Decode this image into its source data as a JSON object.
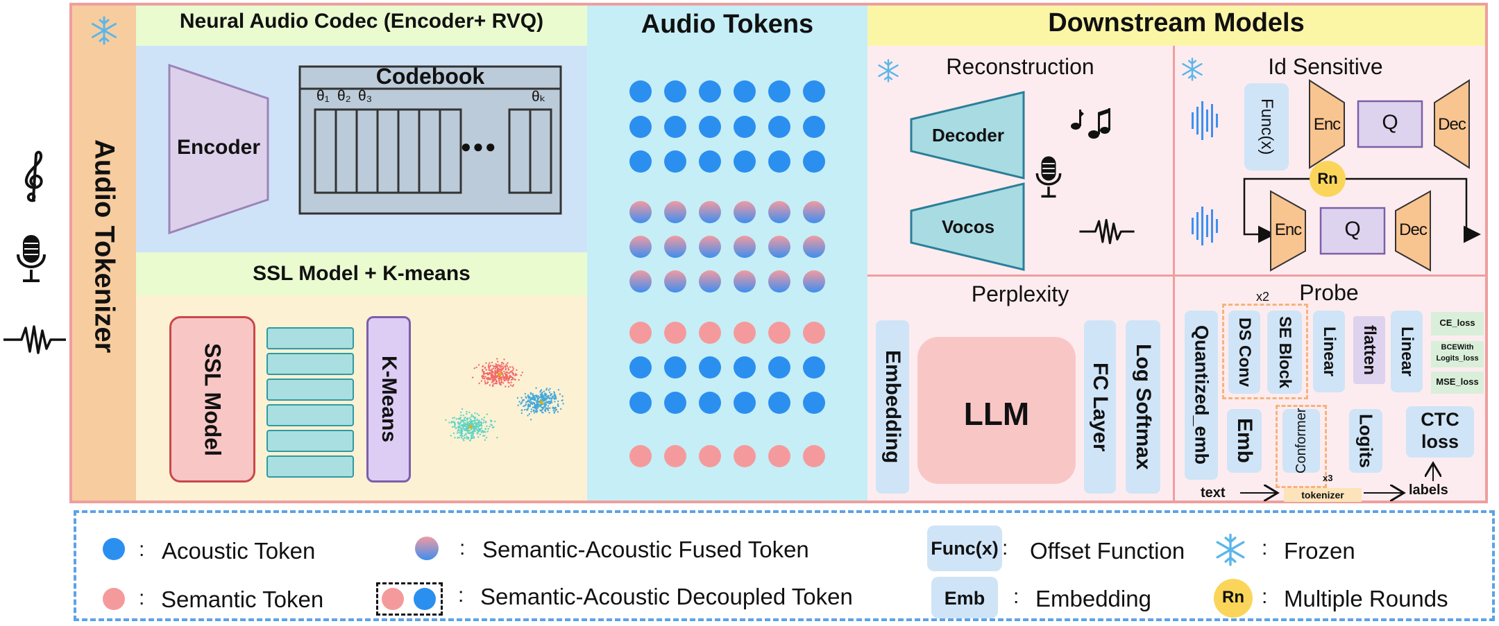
{
  "left_icons": [
    "treble-clef-icon",
    "microphone-icon",
    "waveform-icon"
  ],
  "tokenizer": {
    "title": "Audio Tokenizer",
    "codec_title": "Neural Audio Codec (Encoder+ RVQ)",
    "encoder": "Encoder",
    "codebook_title": "Codebook",
    "theta1": "θ₁",
    "theta2": "θ₂",
    "theta3": "θ₃",
    "thetak": "θₖ",
    "ellipsis": "●●●",
    "ssl_title": "SSL Model + K-means",
    "ssl_model": "SSL Model",
    "kmeans": "K-Means"
  },
  "tokens": {
    "title": "Audio Tokens",
    "rows": [
      "acoustic",
      "acoustic",
      "acoustic",
      "fused",
      "fused",
      "fused",
      "semantic",
      "acoustic",
      "acoustic",
      "semantic"
    ]
  },
  "downstream": {
    "title": "Downstream Models",
    "reconstruction": {
      "title": "Reconstruction",
      "decoder": "Decoder",
      "vocos": "Vocos"
    },
    "id_sensitive": {
      "title": "Id Sensitive",
      "func": "Func(x)",
      "enc": "Enc",
      "q": "Q",
      "dec": "Dec",
      "rn": "Rn"
    },
    "perplexity": {
      "title": "Perplexity",
      "embedding": "Embedding",
      "llm": "LLM",
      "fc": "FC Layer",
      "logsoftmax": "Log Softmax"
    },
    "probe": {
      "title": "Probe",
      "quantized_emb": "Quantized_emb",
      "x2": "x2",
      "ds_conv": "DS Conv",
      "se_block": "SE Block",
      "linear1": "Linear",
      "flatten": "flatten",
      "linear2": "Linear",
      "ce_loss": "CE_loss",
      "bce_loss_1": "BCEWith",
      "bce_loss_2": "Logits_loss",
      "mse_loss": "MSE_loss",
      "emb": "Emb",
      "conformer": "Conformer",
      "x3": "x3",
      "logits": "Logits",
      "ctc_1": "CTC",
      "ctc_2": "loss",
      "text": "text",
      "tokenizer": "tokenizer",
      "labels": "labels"
    }
  },
  "legend": {
    "colon": ":",
    "acoustic": "Acoustic Token",
    "semantic": "Semantic Token",
    "fused": "Semantic-Acoustic Fused Token",
    "decoupled": "Semantic-Acoustic Decoupled Token",
    "func_badge": "Func(x)",
    "func_label": "Offset Function",
    "emb_badge": "Emb",
    "emb_label": "Embedding",
    "frozen_label": "Frozen",
    "rn_badge": "Rn",
    "rn_label": "Multiple Rounds"
  },
  "colors": {
    "acoustic": "#2b8ff0",
    "semantic": "#f59a9c",
    "border": "#ee9e9e",
    "legend_border": "#5aa3e8",
    "orange_shape": "#f8c48f",
    "cyan_shape": "#a9dbe2",
    "lavender": "#ddd3ee",
    "rn_badge": "#fad55a"
  }
}
